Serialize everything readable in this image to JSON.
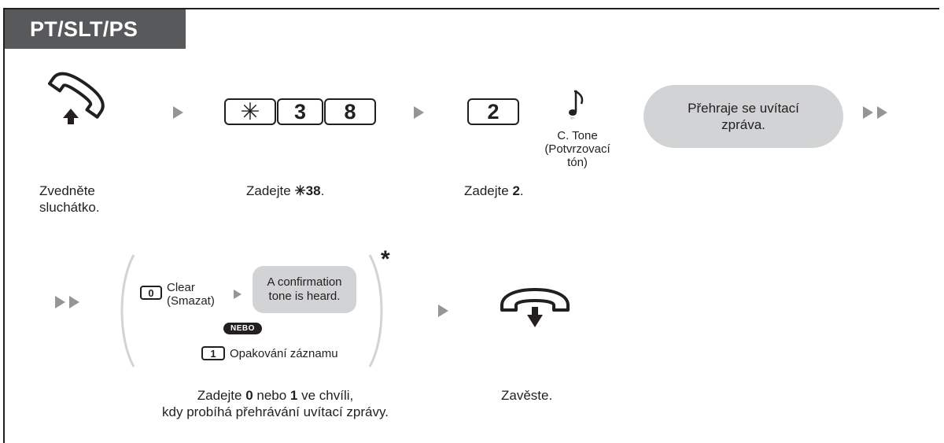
{
  "header": {
    "title": "PT/SLT/PS"
  },
  "step1": {
    "caption_line1": "Zvedněte",
    "caption_line2": "sluchátko.",
    "icon": "off-hook-handset-icon"
  },
  "step2": {
    "keys": [
      "✳",
      "3",
      "8"
    ],
    "caption_prefix": "Zadejte ",
    "caption_code": "✳38",
    "caption_suffix": "."
  },
  "step3": {
    "key": "2",
    "tone_line1": "C. Tone",
    "tone_line2": "(Potvrzovací",
    "tone_line3": "tón)",
    "caption_prefix": "Zadejte ",
    "caption_code": "2",
    "caption_suffix": "."
  },
  "step4": {
    "message_line1": "Přehraje se uvítací",
    "message_line2": "zpráva."
  },
  "step5": {
    "option0_key": "0",
    "option0_label": "Clear",
    "option0_sublabel": "(Smazat)",
    "confirm_line1": "A confirmation",
    "confirm_line2": "tone is heard.",
    "or_label": "NEBO",
    "option1_key": "1",
    "option1_label": "Opakování záznamu",
    "asterisk": "*",
    "caption_part1": "Zadejte ",
    "caption_code0": "0",
    "caption_part2": " nebo ",
    "caption_code1": "1",
    "caption_part3": " ve chvíli,",
    "caption_line2": "kdy probíhá přehrávání uvítací zprávy."
  },
  "step6": {
    "caption": "Zavěste.",
    "icon": "on-hook-handset-icon"
  },
  "colors": {
    "tab": "#58595b",
    "pill": "#d1d3d4",
    "arrow": "#939598",
    "ink": "#231f20"
  }
}
